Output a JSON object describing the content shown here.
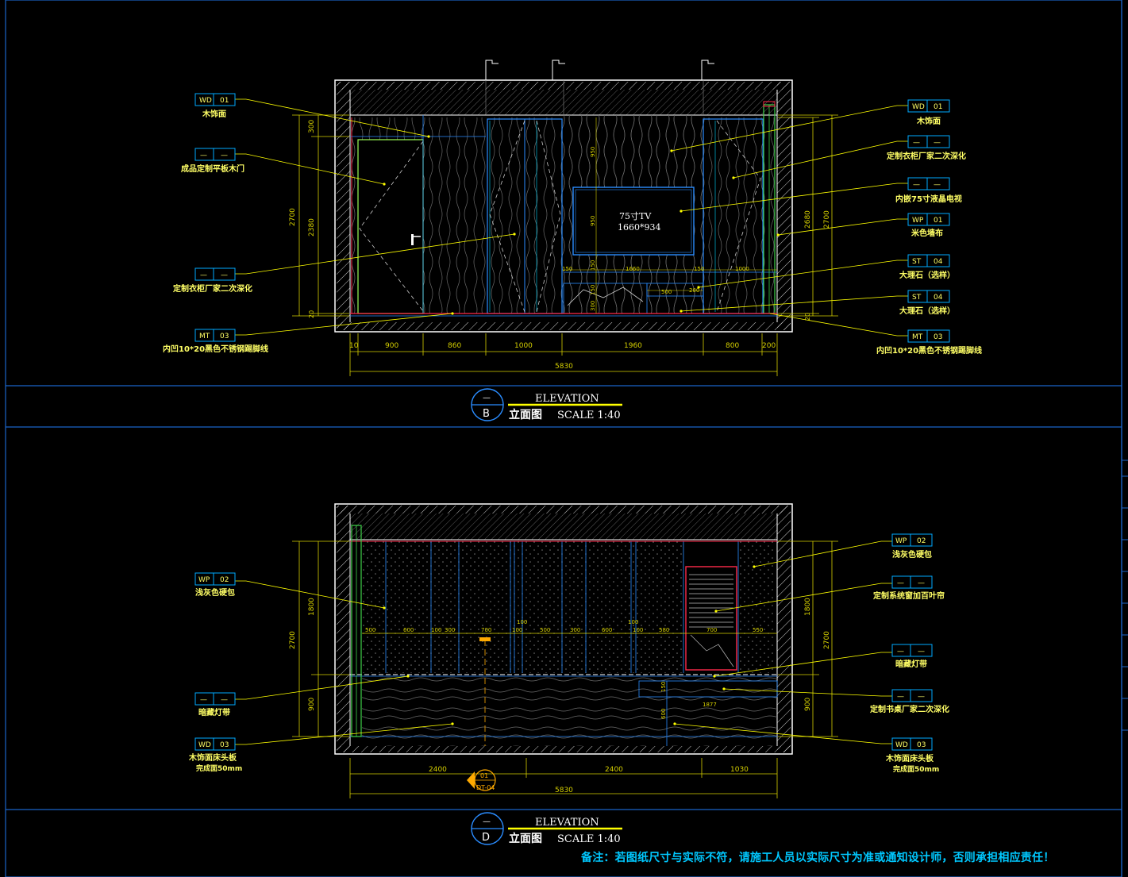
{
  "colors": {
    "frame": "#1b64c8",
    "wall": "#ffffff",
    "leader": "#ffff00",
    "dim": "#d6d000",
    "panel": "#2a8cff",
    "cyan": "#00d8ff",
    "accent": "#ff2a4a",
    "green": "#3fd24a",
    "tag": "#00aaff",
    "text": "#ffff66"
  },
  "elevation_b": {
    "heading": "ELEVATION",
    "symbol_top": "—",
    "symbol_bottom": "B",
    "cn_title": "立面图",
    "scale": "SCALE 1:40",
    "tv_title": "75寸TV",
    "tv_size": "1660*934",
    "left_callouts": [
      {
        "code1": "WD",
        "code2": "01",
        "label": "木饰面"
      },
      {
        "code1": "—",
        "code2": "—",
        "label": "成品定制平板木门"
      },
      {
        "code1": "—",
        "code2": "—",
        "label": "定制衣柜厂家二次深化"
      },
      {
        "code1": "MT",
        "code2": "03",
        "label": "内凹10*20黑色不锈钢踢脚线"
      }
    ],
    "right_callouts": [
      {
        "code1": "WD",
        "code2": "01",
        "label": "木饰面"
      },
      {
        "code1": "—",
        "code2": "—",
        "label": "定制衣柜厂家二次深化"
      },
      {
        "code1": "—",
        "code2": "—",
        "label": "内嵌75寸液晶电视"
      },
      {
        "code1": "WP",
        "code2": "01",
        "label": "米色墙布"
      },
      {
        "code1": "ST",
        "code2": "04",
        "label": "大理石（选样）"
      },
      {
        "code1": "ST",
        "code2": "04",
        "label": "大理石（选样）"
      },
      {
        "code1": "MT",
        "code2": "03",
        "label": "内凹10*20黑色不锈钢踢脚线"
      }
    ],
    "left_dims": [
      "300",
      "2380",
      "2700",
      "20"
    ],
    "right_dims": [
      "2680",
      "2700",
      "20"
    ],
    "inner_dims": [
      "950",
      "950",
      "150",
      "150",
      "300",
      "150",
      "1660",
      "150",
      "1000",
      "500",
      "200"
    ],
    "bottom_dims": [
      "10",
      "900",
      "860",
      "1000",
      "1960",
      "800",
      "200"
    ],
    "total": "5830"
  },
  "elevation_d": {
    "heading": "ELEVATION",
    "symbol_top": "—",
    "symbol_bottom": "D",
    "cn_title": "立面图",
    "scale": "SCALE 1:40",
    "section_tag_top": "01",
    "section_tag_bottom": "DT-04",
    "left_callouts": [
      {
        "code1": "WP",
        "code2": "02",
        "label": "浅灰色硬包"
      },
      {
        "code1": "—",
        "code2": "—",
        "label": "暗藏灯带"
      },
      {
        "code1": "WD",
        "code2": "03",
        "label": "木饰面床头板",
        "label2": "完成面50mm"
      }
    ],
    "right_callouts": [
      {
        "code1": "WP",
        "code2": "02",
        "label": "浅灰色硬包"
      },
      {
        "code1": "—",
        "code2": "—",
        "label": "定制系统窗加百叶帘"
      },
      {
        "code1": "—",
        "code2": "—",
        "label": "暗藏灯带"
      },
      {
        "code1": "—",
        "code2": "—",
        "label": "定制书桌厂家二次深化"
      },
      {
        "code1": "WD",
        "code2": "03",
        "label": "木饰面床头板",
        "label2": "完成面50mm"
      }
    ],
    "left_dims": [
      "1800",
      "900",
      "2700"
    ],
    "right_dims": [
      "1800",
      "900",
      "2700"
    ],
    "panel_dims": [
      "500",
      "600",
      "100",
      "300",
      "700",
      "100",
      "500",
      "300",
      "600",
      "100",
      "580",
      "700",
      "550"
    ],
    "small_dims": [
      "100",
      "100",
      "150",
      "1877",
      "600"
    ],
    "bottom_dims": [
      "2400",
      "2400",
      "1030"
    ],
    "total": "5830"
  },
  "note": "备注：若图纸尺寸与实际不符，请施工人员以实际尺寸为准或通知设计师，否则承担相应责任！"
}
